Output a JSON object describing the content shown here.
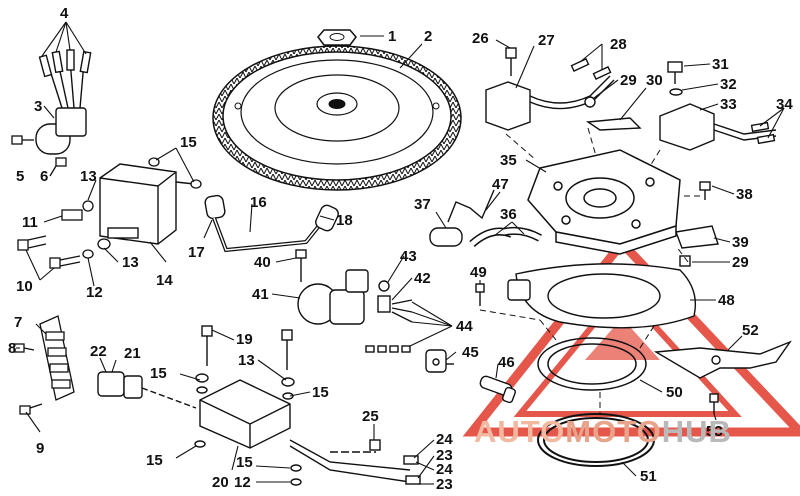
{
  "diagram": {
    "callouts": [
      {
        "id": "c1",
        "text": "1"
      },
      {
        "id": "c2",
        "text": "2"
      },
      {
        "id": "c3",
        "text": "3"
      },
      {
        "id": "c4",
        "text": "4"
      },
      {
        "id": "c5",
        "text": "5"
      },
      {
        "id": "c6",
        "text": "6"
      },
      {
        "id": "c7",
        "text": "7"
      },
      {
        "id": "c8",
        "text": "8"
      },
      {
        "id": "c9",
        "text": "9"
      },
      {
        "id": "c10",
        "text": "10"
      },
      {
        "id": "c11",
        "text": "11"
      },
      {
        "id": "c12a",
        "text": "12"
      },
      {
        "id": "c12b",
        "text": "12"
      },
      {
        "id": "c13a",
        "text": "13"
      },
      {
        "id": "c13b",
        "text": "13"
      },
      {
        "id": "c13c",
        "text": "13"
      },
      {
        "id": "c14",
        "text": "14"
      },
      {
        "id": "c15a",
        "text": "15"
      },
      {
        "id": "c15b",
        "text": "15"
      },
      {
        "id": "c15c",
        "text": "15"
      },
      {
        "id": "c15d",
        "text": "15"
      },
      {
        "id": "c15e",
        "text": "15"
      },
      {
        "id": "c16",
        "text": "16"
      },
      {
        "id": "c17",
        "text": "17"
      },
      {
        "id": "c18",
        "text": "18"
      },
      {
        "id": "c19",
        "text": "19"
      },
      {
        "id": "c20",
        "text": "20"
      },
      {
        "id": "c21",
        "text": "21"
      },
      {
        "id": "c22",
        "text": "22"
      },
      {
        "id": "c23a",
        "text": "23"
      },
      {
        "id": "c23b",
        "text": "23"
      },
      {
        "id": "c24a",
        "text": "24"
      },
      {
        "id": "c24b",
        "text": "24"
      },
      {
        "id": "c25",
        "text": "25"
      },
      {
        "id": "c26",
        "text": "26"
      },
      {
        "id": "c27",
        "text": "27"
      },
      {
        "id": "c28",
        "text": "28"
      },
      {
        "id": "c29a",
        "text": "29"
      },
      {
        "id": "c29b",
        "text": "29"
      },
      {
        "id": "c30",
        "text": "30"
      },
      {
        "id": "c31",
        "text": "31"
      },
      {
        "id": "c32",
        "text": "32"
      },
      {
        "id": "c33",
        "text": "33"
      },
      {
        "id": "c34",
        "text": "34"
      },
      {
        "id": "c35",
        "text": "35"
      },
      {
        "id": "c36",
        "text": "36"
      },
      {
        "id": "c37",
        "text": "37"
      },
      {
        "id": "c38",
        "text": "38"
      },
      {
        "id": "c39",
        "text": "39"
      },
      {
        "id": "c40",
        "text": "40"
      },
      {
        "id": "c41",
        "text": "41"
      },
      {
        "id": "c42",
        "text": "42"
      },
      {
        "id": "c43",
        "text": "43"
      },
      {
        "id": "c44",
        "text": "44"
      },
      {
        "id": "c45",
        "text": "45"
      },
      {
        "id": "c46",
        "text": "46"
      },
      {
        "id": "c47",
        "text": "47"
      },
      {
        "id": "c48",
        "text": "48"
      },
      {
        "id": "c49",
        "text": "49"
      },
      {
        "id": "c50",
        "text": "50"
      },
      {
        "id": "c51",
        "text": "51"
      },
      {
        "id": "c52",
        "text": "52"
      },
      {
        "id": "c53",
        "text": "53"
      }
    ]
  },
  "watermark": {
    "part1": "AUTO",
    "part2": "MOTO",
    "part3": "HUB"
  },
  "colors": {
    "watermark_red": "#e23a2c",
    "line": "#111111"
  }
}
